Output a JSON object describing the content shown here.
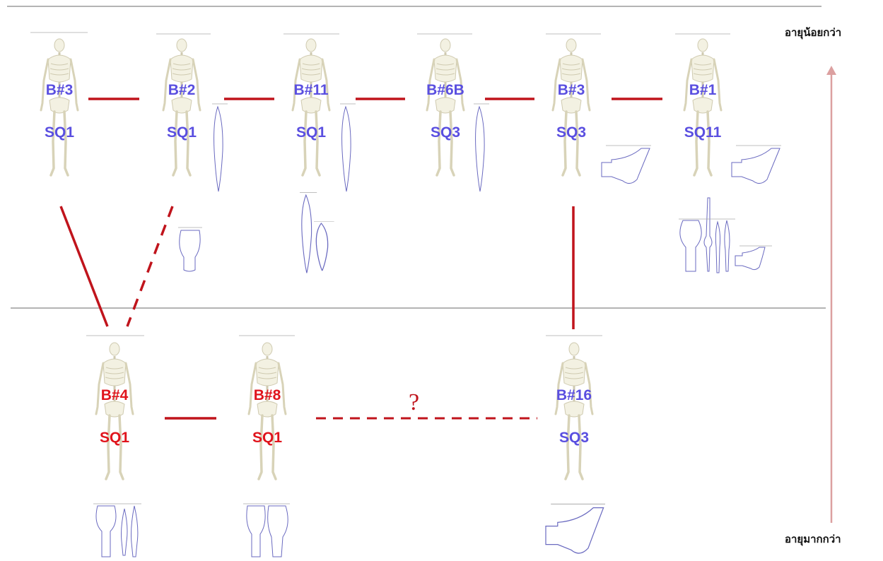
{
  "colors": {
    "younger_text": "#5a4fe0",
    "older_text": "#e0141c",
    "link": "#c0141c",
    "divider": "#b4b4b4",
    "arrow": "#dca0a0",
    "bone": "#f3f1e2",
    "bone_stroke": "#cfcab0",
    "artifact_stroke": "#6a6ac0"
  },
  "axis": {
    "younger_label": "อายุน้อยกว่า",
    "older_label": "อายุมากกว่า",
    "arrow_direction": "up"
  },
  "burials": [
    {
      "id": "b3-sq1",
      "burial": "B#3",
      "square": "SQ1",
      "tier": "younger",
      "artifacts": []
    },
    {
      "id": "b2-sq1",
      "burial": "B#2",
      "square": "SQ1",
      "tier": "younger",
      "artifacts": [
        "spearhead",
        "bracelet-fragment"
      ]
    },
    {
      "id": "b11-sq1",
      "burial": "B#11",
      "square": "SQ1",
      "tier": "younger",
      "artifacts": [
        "spearhead",
        "spearhead",
        "spearhead"
      ]
    },
    {
      "id": "b6b-sq3",
      "burial": "B#6B",
      "square": "SQ3",
      "tier": "younger",
      "artifacts": [
        "spearhead"
      ]
    },
    {
      "id": "b3-sq3",
      "burial": "B#3",
      "square": "SQ3",
      "tier": "younger",
      "artifacts": [
        "adze"
      ]
    },
    {
      "id": "b1-sq11",
      "burial": "B#1",
      "square": "SQ11",
      "tier": "younger",
      "artifacts": [
        "adze",
        "tool-set"
      ]
    },
    {
      "id": "b4-sq1",
      "burial": "B#4",
      "square": "SQ1",
      "tier": "older",
      "artifacts": [
        "tool-set"
      ]
    },
    {
      "id": "b8-sq1",
      "burial": "B#8",
      "square": "SQ1",
      "tier": "older",
      "artifacts": [
        "tool-set"
      ]
    },
    {
      "id": "b16-sq3",
      "burial": "B#16",
      "square": "SQ3",
      "tier": "older",
      "artifacts": [
        "adze"
      ]
    }
  ],
  "links": [
    {
      "from": "b3-sq1",
      "to": "b2-sq1",
      "style": "solid"
    },
    {
      "from": "b2-sq1",
      "to": "b11-sq1",
      "style": "solid"
    },
    {
      "from": "b11-sq1",
      "to": "b6b-sq3",
      "style": "solid"
    },
    {
      "from": "b6b-sq3",
      "to": "b3-sq3",
      "style": "solid"
    },
    {
      "from": "b3-sq3",
      "to": "b1-sq11",
      "style": "solid"
    },
    {
      "from": "b4-sq1",
      "to": "b8-sq1",
      "style": "solid"
    },
    {
      "from": "b8-sq1",
      "to": "b16-sq3",
      "style": "dashed",
      "label": "?"
    },
    {
      "from": "b4-sq1",
      "to": "b3-sq1",
      "style": "solid"
    },
    {
      "from": "b4-sq1",
      "to": "b2-sq1",
      "style": "dashed"
    },
    {
      "from": "b16-sq3",
      "to": "b3-sq3",
      "style": "solid"
    }
  ]
}
